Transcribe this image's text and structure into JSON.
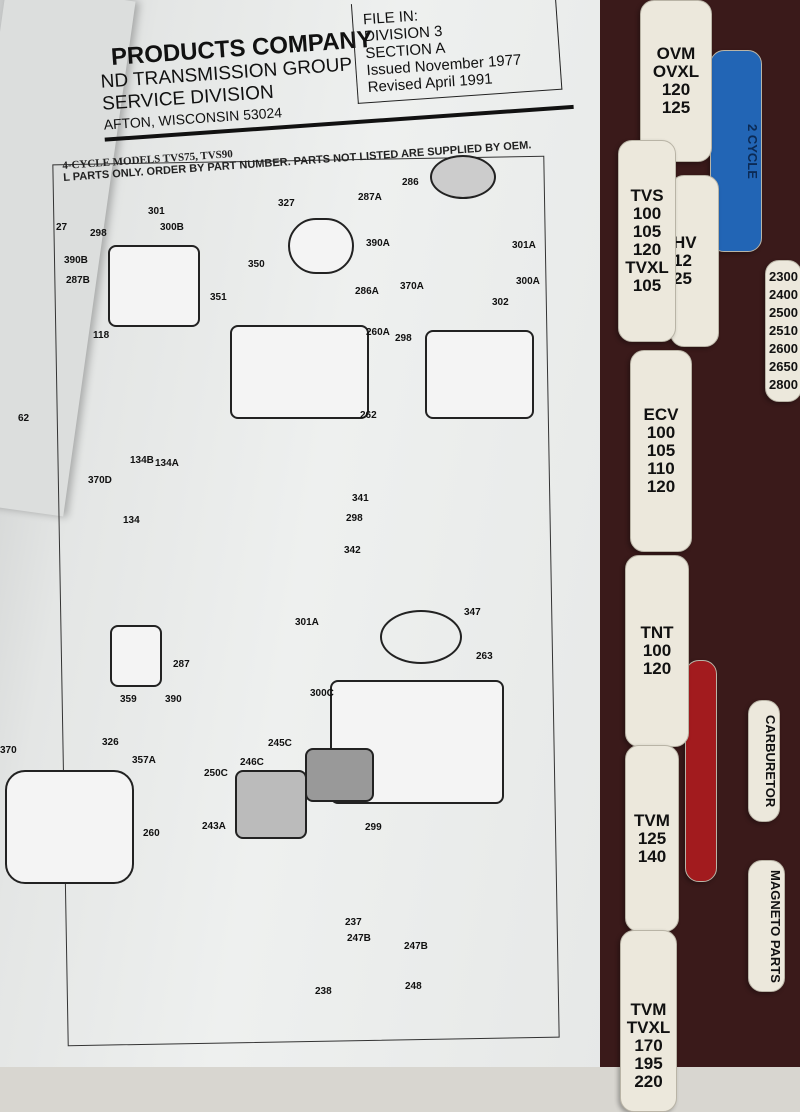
{
  "header": {
    "company": "PRODUCTS COMPANY",
    "group": "ND TRANSMISSION GROUP",
    "division": "SERVICE DIVISION",
    "address": "AFTON, WISCONSIN 53024"
  },
  "file_box": {
    "line1": "FILE IN:",
    "line2": "DIVISION 3",
    "line3": "SECTION A",
    "issued": "Issued November 1977",
    "revised": "Revised April 1991"
  },
  "models": "4-CYCLE MODELS TVS75, TVS90",
  "note": "L PARTS ONLY. ORDER BY PART NUMBER. PARTS NOT LISTED ARE SUPPLIED BY OEM.",
  "parts": [
    "301",
    "300B",
    "298",
    "27",
    "390B",
    "287B",
    "118",
    "62",
    "327",
    "287A",
    "286",
    "390A",
    "350",
    "351",
    "286A",
    "370A",
    "301A",
    "300A",
    "302",
    "260A",
    "298",
    "262",
    "370D",
    "134B",
    "134A",
    "134",
    "341",
    "298",
    "342",
    "347",
    "301A",
    "263",
    "287",
    "390",
    "359",
    "300C",
    "326",
    "357A",
    "370",
    "245C",
    "246C",
    "250C",
    "260",
    "243A",
    "299",
    "237",
    "247B",
    "247B",
    "238",
    "248"
  ],
  "tabs": [
    {
      "lines": [
        "OVM",
        "OVXL",
        "120",
        "125"
      ]
    },
    {
      "lines": [
        "TVS",
        "100",
        "105",
        "120",
        "TVXL",
        "105"
      ]
    },
    {
      "lines": [
        "HV",
        "12",
        "25"
      ]
    },
    {
      "lines": [
        "2 CYCLE"
      ]
    },
    {
      "lines": [
        "2300",
        "2400",
        "2500",
        "2510",
        "2600",
        "2650",
        "2800"
      ]
    },
    {
      "lines": [
        "ECV",
        "100",
        "105",
        "110",
        "120"
      ]
    },
    {
      "lines": [
        "TNT",
        "100",
        "120"
      ]
    },
    {
      "lines": [
        "CARBURETOR"
      ]
    },
    {
      "lines": [
        "TVM",
        "125",
        "140"
      ]
    },
    {
      "lines": [
        "MAGNETO PARTS"
      ]
    },
    {
      "lines": [
        "TVM",
        "TVXL",
        "170",
        "195",
        "220"
      ]
    }
  ]
}
